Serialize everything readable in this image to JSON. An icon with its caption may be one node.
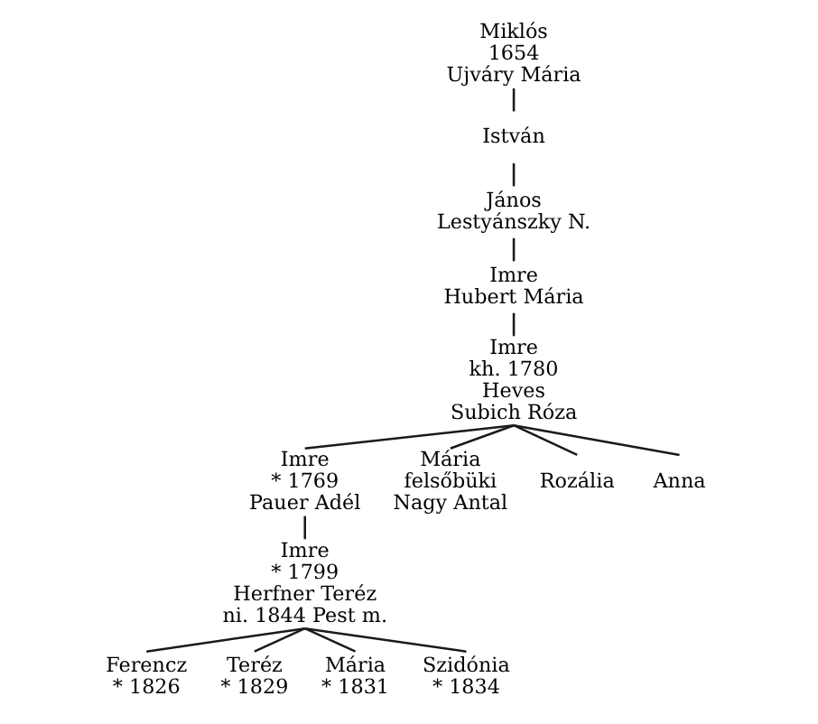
{
  "diagram": {
    "nodes": [
      {
        "text": [
          "Miklós",
          "1654",
          "Ujváry Mária"
        ]
      },
      {
        "text": [
          "István"
        ]
      },
      {
        "text": [
          "János",
          "Lestyánszky N."
        ]
      },
      {
        "text": [
          "Imre",
          "Hubert Mária"
        ]
      },
      {
        "text": [
          "Imre",
          "kh. 1780",
          "Heves",
          "Subich Róza"
        ]
      },
      {
        "text": [
          "Imre",
          "* 1769",
          "Pauer Adél"
        ]
      },
      {
        "text": [
          "Mária",
          "felsőbüki",
          "Nagy Antal"
        ]
      },
      {
        "text": [
          "Rozália"
        ]
      },
      {
        "text": [
          "Anna"
        ]
      },
      {
        "text": [
          "Imre",
          "* 1799",
          "Herfner Teréz",
          "ni. 1844 Pest m."
        ]
      },
      {
        "text": [
          "Ferencz",
          "* 1826"
        ]
      },
      {
        "text": [
          "Teréz",
          "* 1829"
        ]
      },
      {
        "text": [
          "Mária",
          "* 1831"
        ]
      },
      {
        "text": [
          "Szidónia",
          "* 1834"
        ]
      }
    ],
    "edges": [
      {
        "from": 0,
        "to": 1,
        "arrow": "none"
      },
      {
        "from": 1,
        "to": 2,
        "arrow": "none"
      },
      {
        "from": 2,
        "to": 3,
        "arrow": "none"
      },
      {
        "from": 3,
        "to": 4,
        "arrow": "none"
      },
      {
        "from": 4,
        "to": 5,
        "arrow": "none"
      },
      {
        "from": 4,
        "to": 6,
        "arrow": "none"
      },
      {
        "from": 4,
        "to": 7,
        "arrow": "none"
      },
      {
        "from": 4,
        "to": 8,
        "arrow": "none"
      },
      {
        "from": 5,
        "to": 9,
        "arrow": "none"
      },
      {
        "from": 9,
        "to": 10,
        "arrow": "none"
      },
      {
        "from": 9,
        "to": 11,
        "arrow": "none"
      },
      {
        "from": 9,
        "to": 12,
        "arrow": "none"
      },
      {
        "from": 9,
        "to": 13,
        "arrow": "none"
      }
    ]
  }
}
